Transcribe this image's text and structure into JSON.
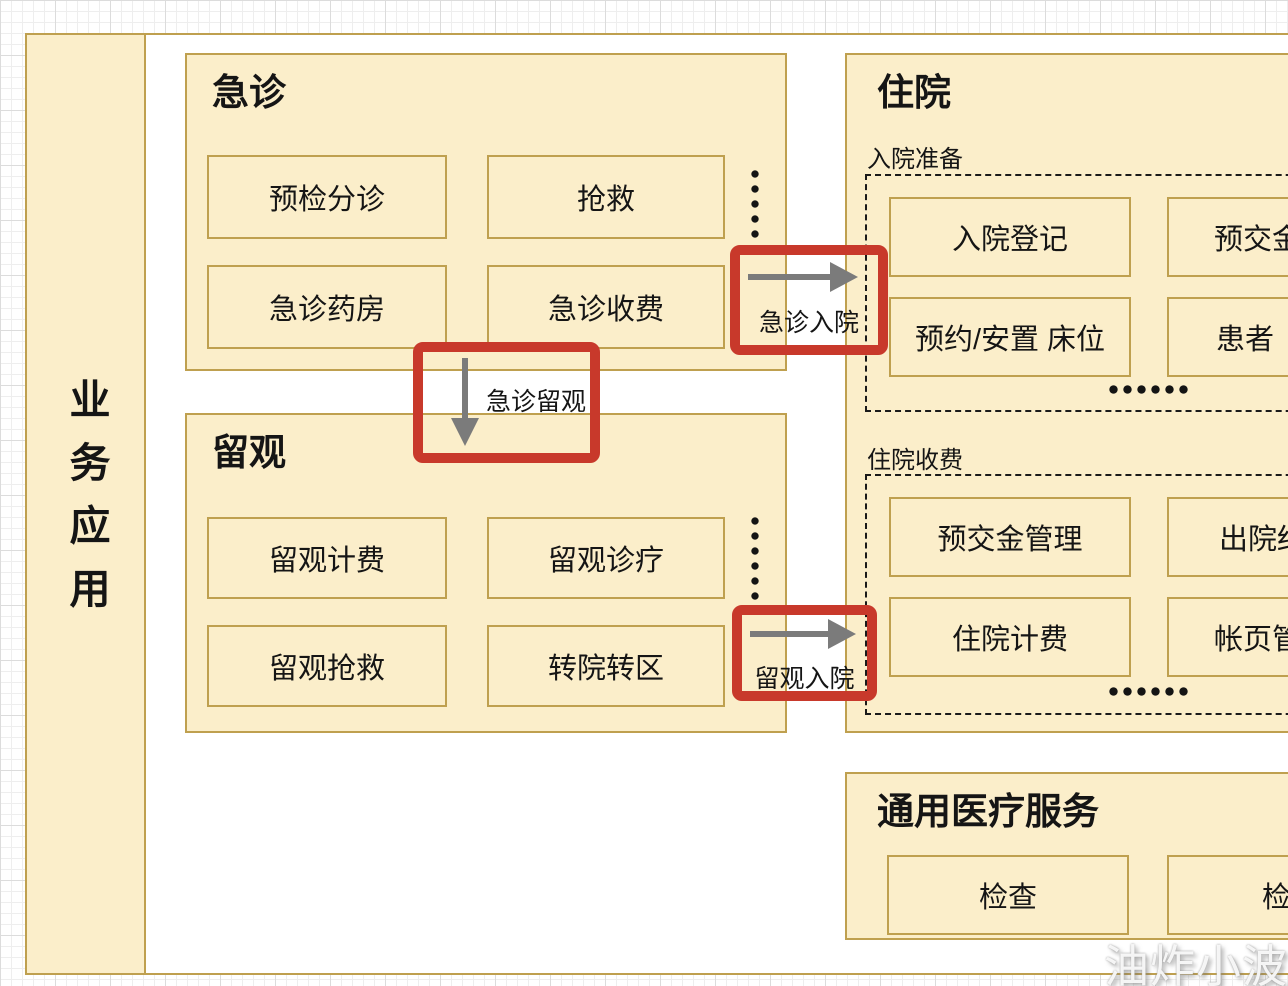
{
  "sidebar": {
    "label": "业务应用"
  },
  "groups": {
    "emergency": {
      "title": "急诊",
      "items": [
        "预检分诊",
        "抢救",
        "急诊药房",
        "急诊收费"
      ]
    },
    "observation": {
      "title": "留观",
      "items": [
        "留观计费",
        "留观诊疗",
        "留观抢救",
        "转院转区"
      ]
    },
    "inpatient": {
      "title": "住院",
      "prep": {
        "label": "入院准备",
        "items": [
          "入院登记",
          "预交金",
          "预约/安置 床位",
          "患者"
        ]
      },
      "billing": {
        "label": "住院收费",
        "items": [
          "预交金管理",
          "出院结",
          "住院计费",
          "帐页管"
        ]
      }
    },
    "general": {
      "title": "通用医疗服务",
      "items": [
        "检查",
        "检验"
      ]
    }
  },
  "connectors": {
    "er_admission": {
      "label": "急诊入院"
    },
    "er_observation": {
      "label": "急诊留观"
    },
    "obs_admission": {
      "label": "留观入院"
    }
  },
  "watermark": {
    "text": "油炸小波"
  },
  "icons": {
    "vertical_ellipsis": "⋮",
    "horizontal_ellipsis": "…"
  },
  "colors": {
    "panel_fill": "#fbeeca",
    "panel_border": "#bfa04f",
    "connector_red": "#c8392b",
    "arrow_gray": "#7b7b7b",
    "text": "#151515"
  }
}
